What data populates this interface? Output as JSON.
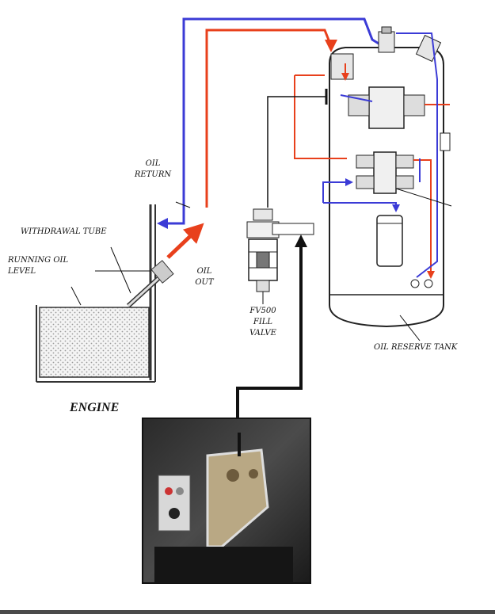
{
  "labels": {
    "oil_return": "OIL\nRETURN",
    "withdrawal_tube": "WITHDRAWAL TUBE",
    "running_oil_level": "RUNNING OIL\nLEVEL",
    "oil_out": "OIL\nOUT",
    "fill_valve": "FV500\nFILL\nVALVE",
    "oil_reserve_tank": "OIL RESERVE TANK",
    "engine": "ENGINE"
  },
  "colors": {
    "supply_line": "#e8401c",
    "return_line": "#3b3bd6",
    "signal_line": "#000000",
    "tank_outline": "#222222"
  },
  "icons": [
    "valve-icon",
    "filter-icon",
    "arrow-icon"
  ]
}
